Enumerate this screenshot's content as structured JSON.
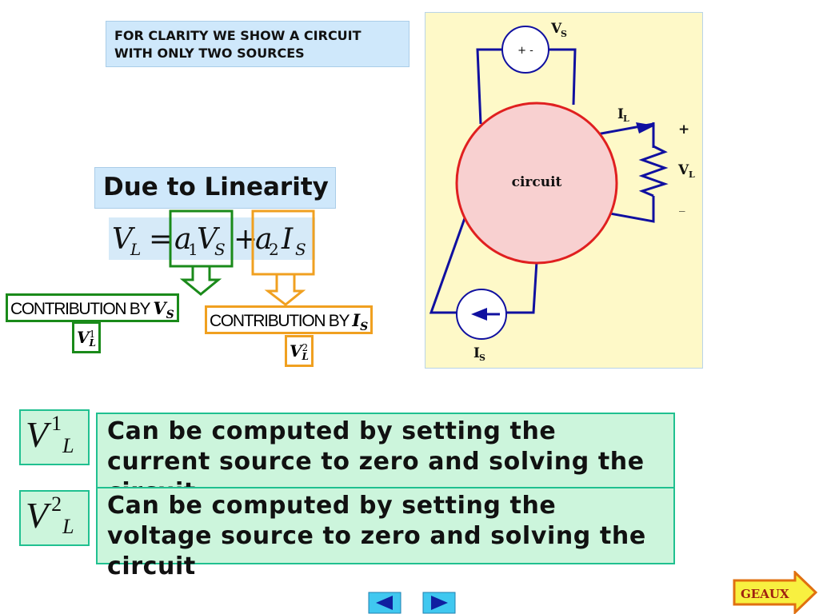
{
  "note": "FOR CLARITY WE SHOW A CIRCUIT WITH ONLY TWO SOURCES",
  "heading": "Due to Linearity",
  "equation": {
    "lhs_v": "V",
    "lhs_sub": "L",
    "eq": "=",
    "a1": "a",
    "a1_sub": "1",
    "vs": "V",
    "vs_sub": "S",
    "plus": "+",
    "a2": "a",
    "a2_sub": "2",
    "is": "I",
    "is_sub": "S"
  },
  "contribution_vs": {
    "text": "CONTRIBUTION BY",
    "symbol": "V",
    "sub": "S"
  },
  "contribution_is": {
    "text": "CONTRIBUTION BY",
    "symbol": "I",
    "sub": "S"
  },
  "vl1": {
    "v": "V",
    "sup": "1",
    "sub": "L"
  },
  "vl2": {
    "v": "V",
    "sup": "2",
    "sub": "L"
  },
  "circuit": {
    "label": "circuit",
    "vs": "V",
    "vs_sub": "S",
    "vs_polarity": "+ -",
    "il": "I",
    "il_sub": "L",
    "vl": "V",
    "vl_sub": "L",
    "plus": "+",
    "minus": "_",
    "is": "I",
    "is_sub": "S"
  },
  "big_v1": {
    "v": "V",
    "sup": "1",
    "sub": "L"
  },
  "big_v2": {
    "v": "V",
    "sup": "2",
    "sub": "L"
  },
  "desc1": "Can be computed by setting the current source to zero and solving the circuit",
  "desc2": "Can be computed by setting the voltage source to zero and solving the circuit",
  "nav": {
    "geaux": "GEAUX"
  },
  "colors": {
    "green": "#1a8a1a",
    "orange": "#f0a020",
    "teal": "#20c090",
    "circuit_fill": "#f8d0d0",
    "circuit_stroke": "#e02020",
    "wire": "#1010a0"
  }
}
